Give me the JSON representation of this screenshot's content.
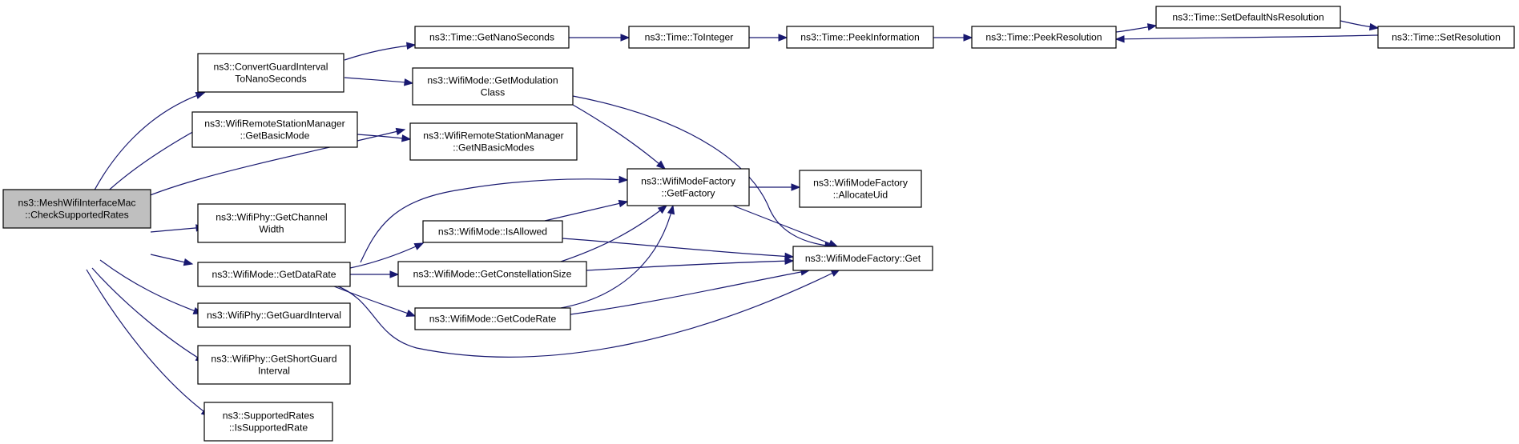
{
  "diagram": {
    "colors": {
      "edge": "#191970",
      "root_fill": "#bfbfbf",
      "node_fill": "#ffffff",
      "border": "#000000"
    },
    "nodes": [
      {
        "id": "root",
        "lines": [
          "ns3::MeshWifiInterfaceMac",
          "::CheckSupportedRates"
        ],
        "root": true
      },
      {
        "id": "convert_gi",
        "lines": [
          "ns3::ConvertGuardInterval",
          "ToNanoSeconds"
        ]
      },
      {
        "id": "rsm_getbasic",
        "lines": [
          "ns3::WifiRemoteStationManager",
          "::GetBasicMode"
        ]
      },
      {
        "id": "phy_chwidth",
        "lines": [
          "ns3::WifiPhy::GetChannel",
          "Width"
        ]
      },
      {
        "id": "mode_datarate",
        "lines": [
          "ns3::WifiMode::GetDataRate"
        ]
      },
      {
        "id": "phy_gi",
        "lines": [
          "ns3::WifiPhy::GetGuardInterval"
        ]
      },
      {
        "id": "phy_sgi",
        "lines": [
          "ns3::WifiPhy::GetShortGuard",
          "Interval"
        ]
      },
      {
        "id": "sr_issupported",
        "lines": [
          "ns3::SupportedRates",
          "::IsSupportedRate"
        ]
      },
      {
        "id": "time_getns",
        "lines": [
          "ns3::Time::GetNanoSeconds"
        ]
      },
      {
        "id": "mode_getmod",
        "lines": [
          "ns3::WifiMode::GetModulation",
          "Class"
        ]
      },
      {
        "id": "rsm_getnbasic",
        "lines": [
          "ns3::WifiRemoteStationManager",
          "::GetNBasicModes"
        ]
      },
      {
        "id": "mode_isallowed",
        "lines": [
          "ns3::WifiMode::IsAllowed"
        ]
      },
      {
        "id": "mode_constsize",
        "lines": [
          "ns3::WifiMode::GetConstellationSize"
        ]
      },
      {
        "id": "mode_coderate",
        "lines": [
          "ns3::WifiMode::GetCodeRate"
        ]
      },
      {
        "id": "time_tointeger",
        "lines": [
          "ns3::Time::ToInteger"
        ]
      },
      {
        "id": "factory_getfactory",
        "lines": [
          "ns3::WifiModeFactory",
          "::GetFactory"
        ]
      },
      {
        "id": "time_peekinfo",
        "lines": [
          "ns3::Time::PeekInformation"
        ]
      },
      {
        "id": "factory_allocuid",
        "lines": [
          "ns3::WifiModeFactory",
          "::AllocateUid"
        ]
      },
      {
        "id": "factory_get",
        "lines": [
          "ns3::WifiModeFactory::Get"
        ]
      },
      {
        "id": "time_peekres",
        "lines": [
          "ns3::Time::PeekResolution"
        ]
      },
      {
        "id": "time_setdefault",
        "lines": [
          "ns3::Time::SetDefaultNsResolution"
        ]
      },
      {
        "id": "time_setres",
        "lines": [
          "ns3::Time::SetResolution"
        ]
      }
    ],
    "edges": [
      [
        "root",
        "convert_gi"
      ],
      [
        "root",
        "rsm_getbasic"
      ],
      [
        "root",
        "rsm_getnbasic"
      ],
      [
        "root",
        "phy_chwidth"
      ],
      [
        "root",
        "mode_datarate"
      ],
      [
        "root",
        "phy_gi"
      ],
      [
        "root",
        "phy_sgi"
      ],
      [
        "root",
        "sr_issupported"
      ],
      [
        "convert_gi",
        "time_getns"
      ],
      [
        "convert_gi",
        "mode_getmod"
      ],
      [
        "rsm_getbasic",
        "rsm_getnbasic"
      ],
      [
        "mode_datarate",
        "factory_getfactory"
      ],
      [
        "mode_datarate",
        "mode_isallowed"
      ],
      [
        "mode_datarate",
        "mode_constsize"
      ],
      [
        "mode_datarate",
        "mode_coderate"
      ],
      [
        "mode_datarate",
        "factory_get"
      ],
      [
        "time_getns",
        "time_tointeger"
      ],
      [
        "time_tointeger",
        "time_peekinfo"
      ],
      [
        "time_peekinfo",
        "time_peekres"
      ],
      [
        "time_peekres",
        "time_setdefault"
      ],
      [
        "time_setdefault",
        "time_setres"
      ],
      [
        "time_setres",
        "time_peekres"
      ],
      [
        "mode_getmod",
        "factory_getfactory"
      ],
      [
        "mode_getmod",
        "factory_get"
      ],
      [
        "mode_isallowed",
        "factory_getfactory"
      ],
      [
        "mode_isallowed",
        "factory_get"
      ],
      [
        "mode_constsize",
        "factory_getfactory"
      ],
      [
        "mode_constsize",
        "factory_get"
      ],
      [
        "mode_coderate",
        "factory_getfactory"
      ],
      [
        "mode_coderate",
        "factory_get"
      ],
      [
        "factory_getfactory",
        "factory_allocuid"
      ],
      [
        "factory_getfactory",
        "factory_get"
      ]
    ]
  }
}
